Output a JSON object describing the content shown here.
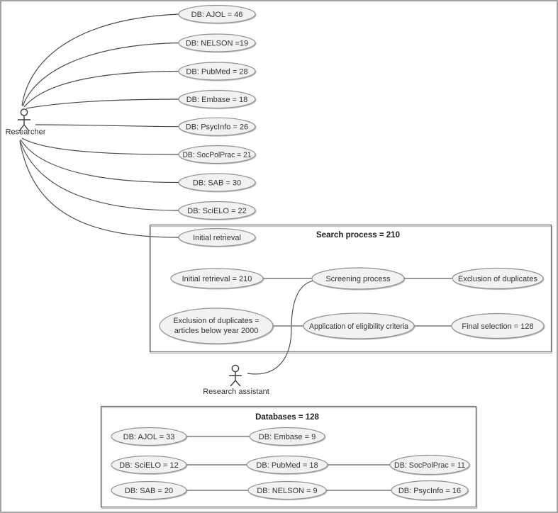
{
  "actors": {
    "researcher": {
      "label": "Researcher"
    },
    "research_assistant": {
      "label": "Research assistant"
    }
  },
  "search_results": [
    {
      "label": "DB: AJOL = 46"
    },
    {
      "label": "DB: NELSON =19"
    },
    {
      "label": "DB: PubMed = 28"
    },
    {
      "label": "DB: Embase = 18"
    },
    {
      "label": "DB: PsycInfo = 26"
    },
    {
      "label": "DB: SocPolPrac = 21"
    },
    {
      "label": "DB: SAB = 30"
    },
    {
      "label": "DB: SciELO = 22"
    },
    {
      "label": "Initial retrieval"
    }
  ],
  "search_process_box": {
    "title": "Search process = 210",
    "initial_retrieval": "Initial retrieval = 210",
    "screening_process": "Screening process",
    "exclusion_of_duplicates": "Exclusion of duplicates",
    "exclusion_below_year": {
      "line1": "Exclusion of duplicates =",
      "line2": "articles below year 2000"
    },
    "eligibility_criteria": "Application of eligibility criteria",
    "final_selection": "Final selection = 128"
  },
  "databases_box": {
    "title": "Databases = 128",
    "row1": [
      {
        "label": "DB: AJOL = 33"
      },
      {
        "label": "DB: Embase = 9"
      }
    ],
    "row2": [
      {
        "label": "DB: SciELO = 12"
      },
      {
        "label": "DB: PubMed = 18"
      },
      {
        "label": "DB: SocPolPrac = 11"
      }
    ],
    "row3": [
      {
        "label": "DB: SAB = 20"
      },
      {
        "label": "DB: NELSON = 9"
      },
      {
        "label": "DB: PsycInfo = 16"
      }
    ]
  },
  "colors": {
    "ellipse_fill": "#f2f2f2",
    "ellipse_stroke": "#919191",
    "association_line": "#474747",
    "connector_line": "#8c8c8c",
    "text": "#333333",
    "frame": "#a3a3a3"
  }
}
